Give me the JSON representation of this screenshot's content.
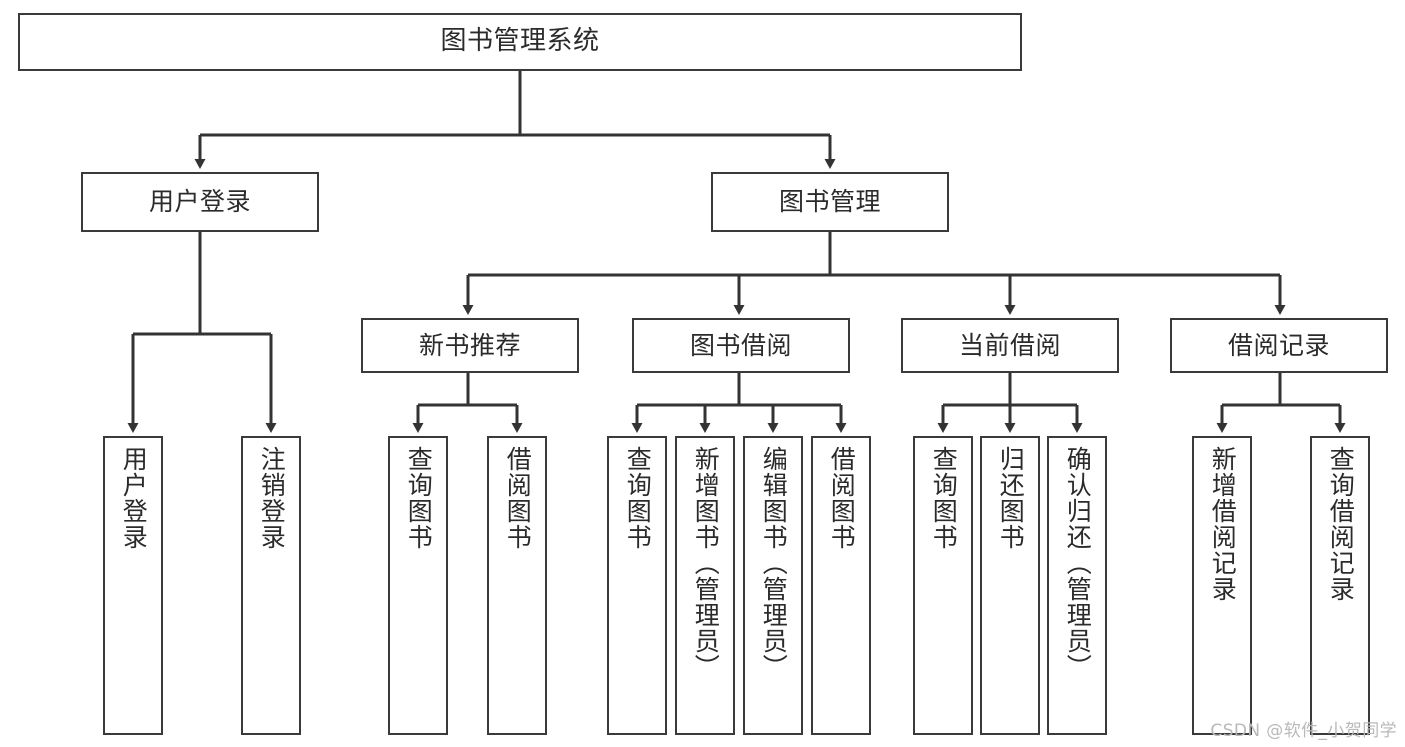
{
  "diagram": {
    "title": "图书管理系统",
    "type": "tree",
    "watermark": "CSDN @软件_小贺同学",
    "colors": {
      "box_border": "#3a3a3a",
      "box_fill": "#ffffff",
      "connector": "#333333",
      "text": "#2b2b2b",
      "watermark": "#b9b9b9",
      "background": "#ffffff"
    },
    "nodes": {
      "root": {
        "label": "图书管理系统"
      },
      "level2": [
        {
          "label": "用户登录"
        },
        {
          "label": "图书管理"
        }
      ],
      "level3": [
        {
          "label": "新书推荐"
        },
        {
          "label": "图书借阅"
        },
        {
          "label": "当前借阅"
        },
        {
          "label": "借阅记录"
        }
      ],
      "leaves": {
        "user_login": [
          {
            "label": "用户登录"
          },
          {
            "label": "注销登录"
          }
        ],
        "new_book": [
          {
            "label": "查询图书"
          },
          {
            "label": "借阅图书"
          }
        ],
        "book_borrow": [
          {
            "label": "查询图书"
          },
          {
            "label": "新增图书（管理员）"
          },
          {
            "label": "编辑图书（管理员）"
          },
          {
            "label": "借阅图书"
          }
        ],
        "current_borrow": [
          {
            "label": "查询图书"
          },
          {
            "label": "归还图书"
          },
          {
            "label": "确认归还（管理员）"
          }
        ],
        "borrow_record": [
          {
            "label": "新增借阅记录"
          },
          {
            "label": "查询借阅记录"
          }
        ]
      }
    }
  }
}
